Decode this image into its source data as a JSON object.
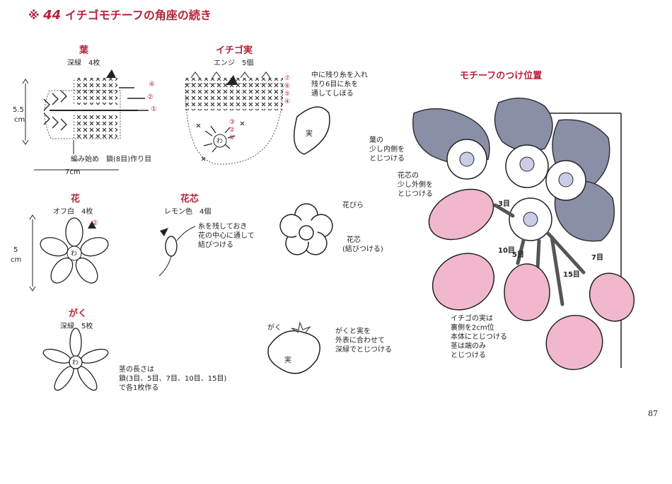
{
  "title": {
    "mark": "※",
    "number": "44",
    "text": "イチゴモチーフの角座の続き"
  },
  "leaf": {
    "heading": "葉",
    "spec": "深緑　4枚",
    "height_label": "5.5",
    "height_unit": "cm",
    "width_label": "7cm",
    "start_note": "編み始め　鎖(8目)作り目",
    "row_marks": [
      "④",
      "②",
      "①"
    ]
  },
  "strawberry": {
    "heading": "イチゴ実",
    "spec": "エンジ　5個",
    "rows_top": [
      "⑦",
      "⑥",
      "⑤",
      "④"
    ],
    "rows_bottom": [
      "③",
      "②",
      "①"
    ],
    "ring": "わ",
    "note": [
      "中に残り糸を入れ",
      "残り6目に糸を",
      "通してしぼる"
    ],
    "fruit_label": "実"
  },
  "flower": {
    "heading": "花",
    "spec": "オフ白　4枚",
    "height_label": "5",
    "height_unit": "cm",
    "row_mark": "②",
    "ring": "わ"
  },
  "center": {
    "heading": "花芯",
    "spec": "レモン色　4個",
    "note": [
      "糸を残しておき",
      "花の中心に通して",
      "結びつける"
    ]
  },
  "flower_assembly": {
    "petal_label": "花びら",
    "center_label": "花芯",
    "center_note": "(結びつける)"
  },
  "calyx": {
    "heading": "がく",
    "spec": "深緑　5枚",
    "ring": "わ",
    "note": [
      "茎の長さは",
      "鎖(3目、5目、7目、10目、15目)",
      "で各1枚作る"
    ]
  },
  "calyx_assembly": {
    "calyx_label": "がく",
    "fruit_label": "実",
    "note": [
      "がくと実を",
      "外表に合わせて",
      "深緑でとじつける"
    ]
  },
  "placement": {
    "heading": "モチーフのつけ位置",
    "leaf_note": [
      "葉の",
      "少し内側を",
      "とじつける"
    ],
    "center_note": [
      "花芯の",
      "少し外側を",
      "とじつける"
    ],
    "stems": [
      "3目",
      "10目",
      "5目",
      "15目",
      "7目"
    ],
    "fruit_note": [
      "イチゴの実は",
      "裏側を2cm位",
      "本体にとじつける",
      "茎は端のみ",
      "とじつける"
    ]
  },
  "page_number": "87",
  "colors": {
    "accent": "#b5233a",
    "leaf": "#8a8fa8",
    "fruit": "#f1b7cd",
    "line": "#222222"
  }
}
